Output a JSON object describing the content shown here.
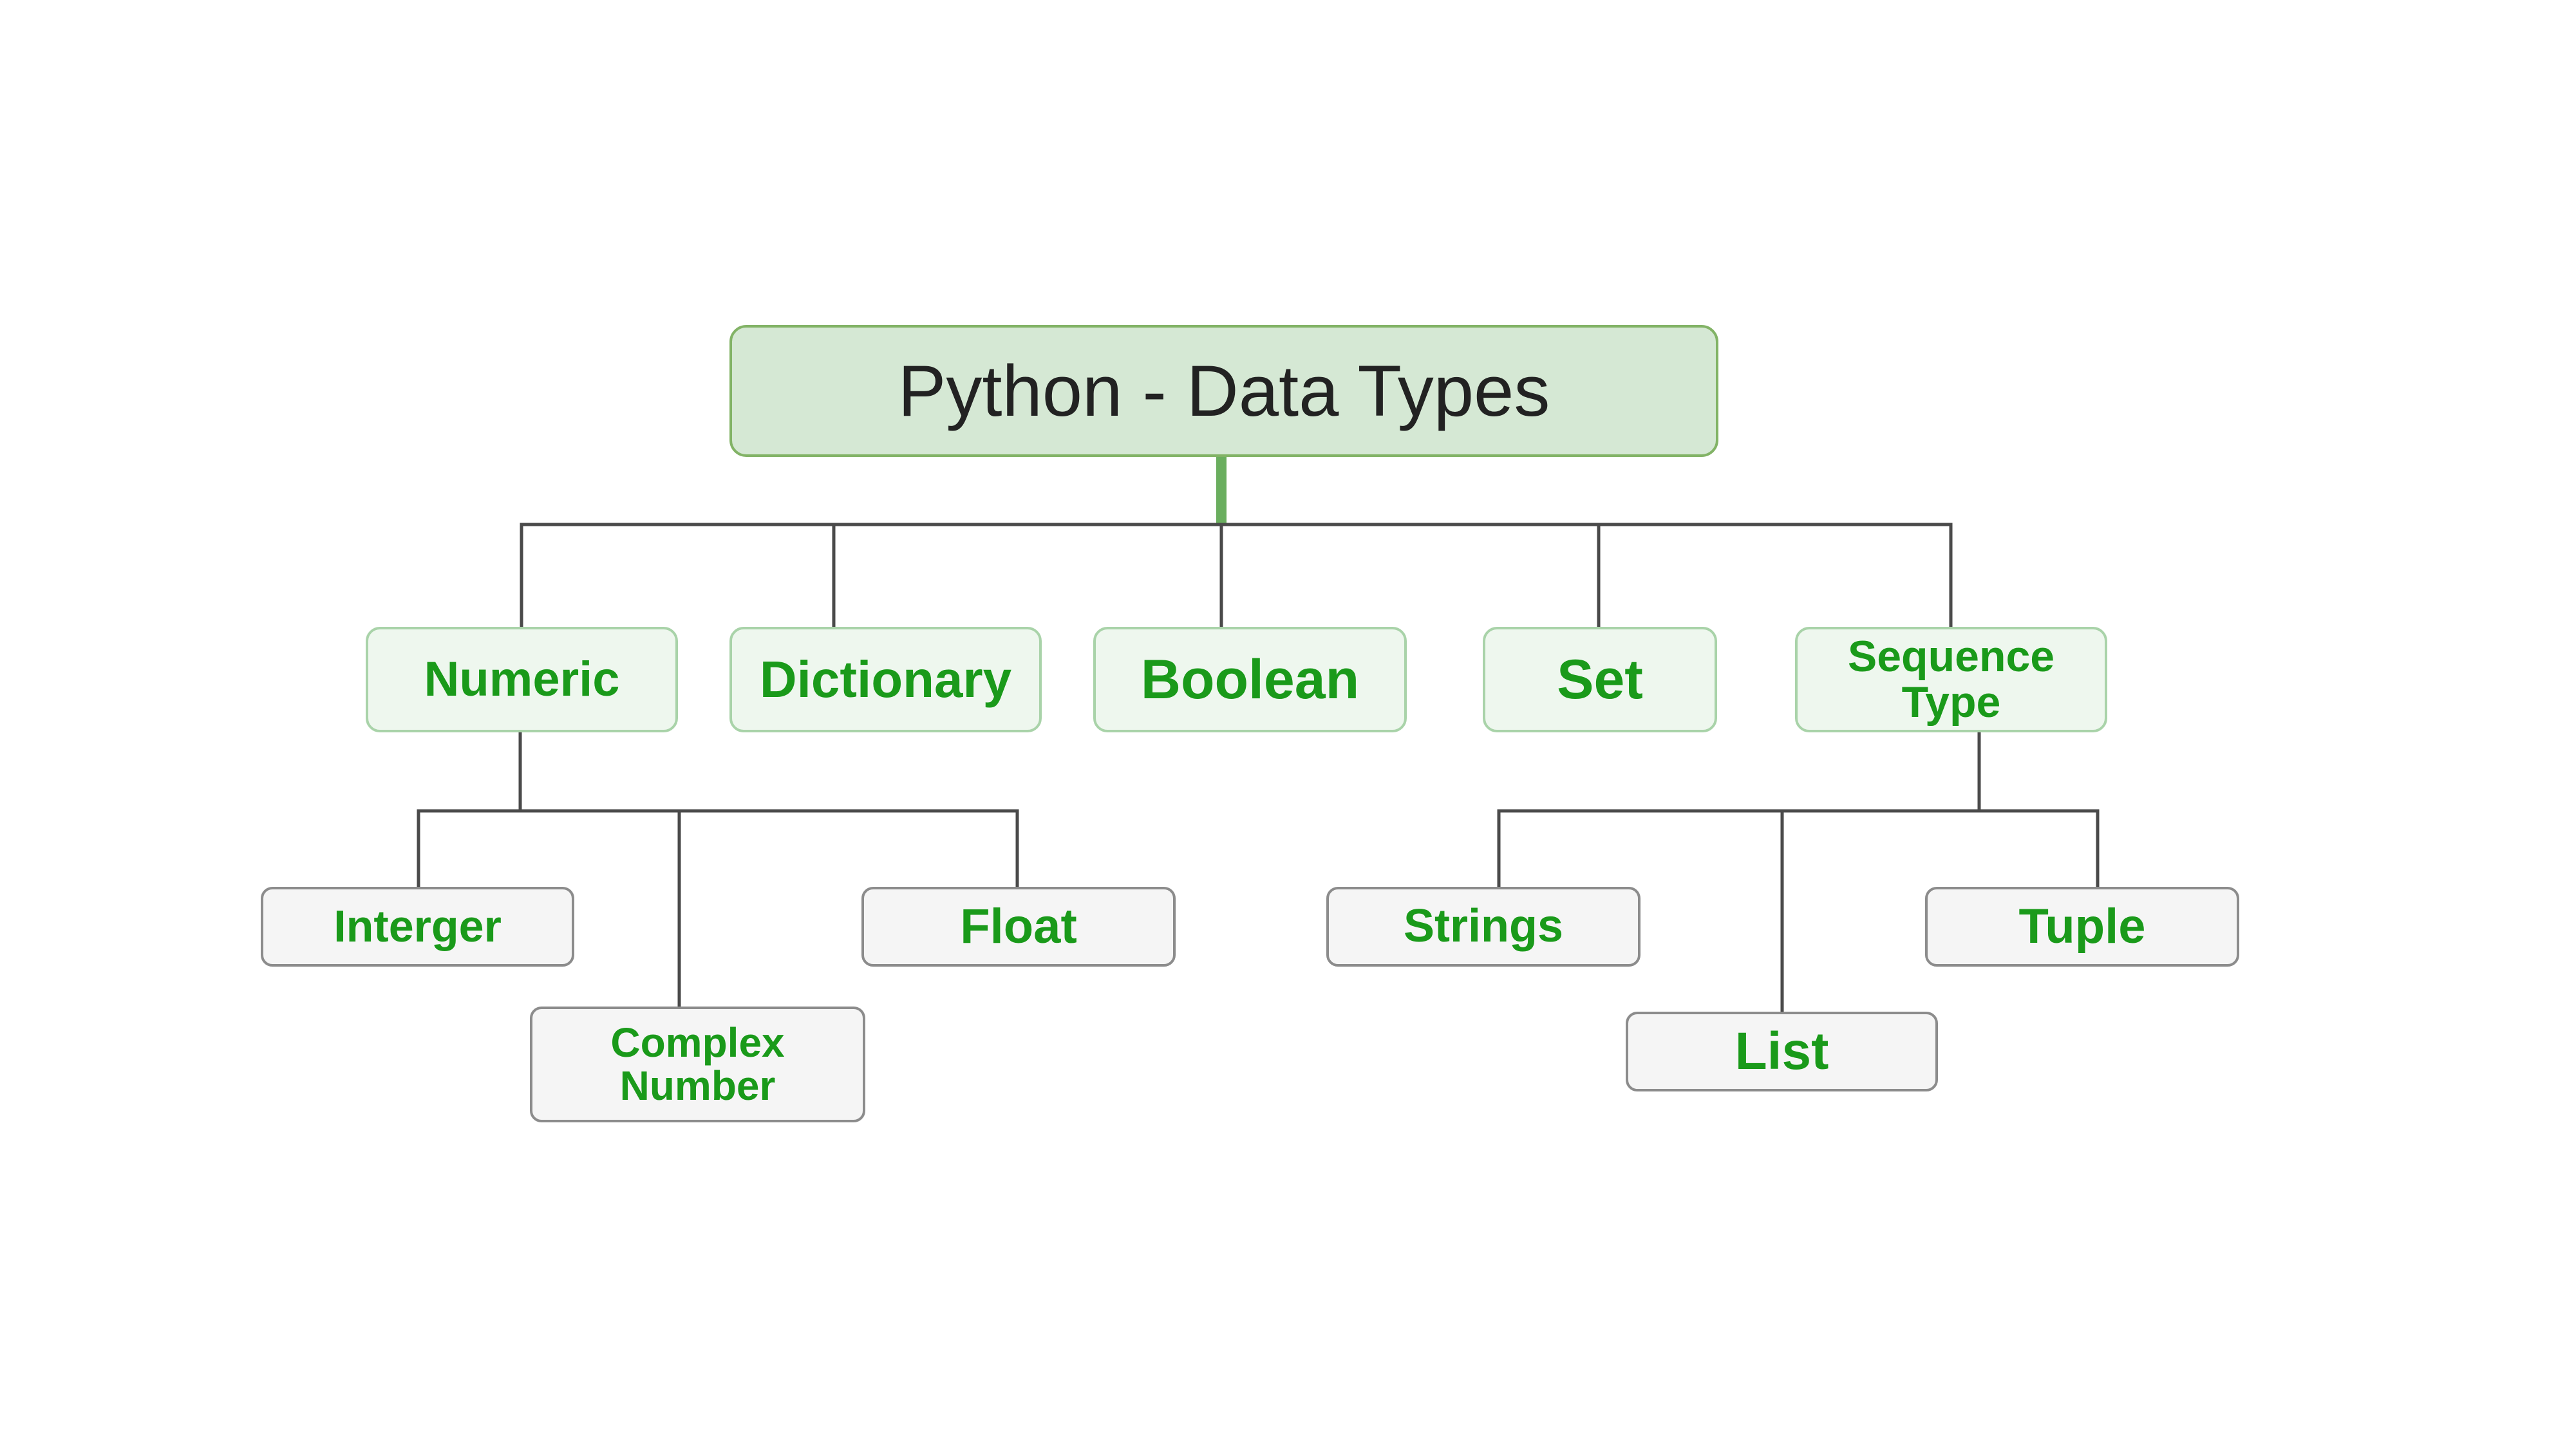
{
  "title": "Python - Data Types",
  "categories": {
    "numeric": "Numeric",
    "dictionary": "Dictionary",
    "boolean": "Boolean",
    "set": "Set",
    "sequence_type": [
      "Sequence",
      "Type"
    ]
  },
  "numeric_children": {
    "integer": "Interger",
    "complex_number": [
      "Complex",
      "Number"
    ],
    "float": "Float"
  },
  "sequence_children": {
    "strings": "Strings",
    "list": "List",
    "tuple": "Tuple"
  },
  "colors": {
    "label_green": "#1a9a1a",
    "root_fill": "#d5e8d4",
    "root_border": "#82b366",
    "category_fill": "#eef7ee",
    "category_border": "#a9d3a9",
    "leaf_fill": "#f5f5f5",
    "leaf_border": "#8c8c8c",
    "connector": "#4a4a4a"
  }
}
